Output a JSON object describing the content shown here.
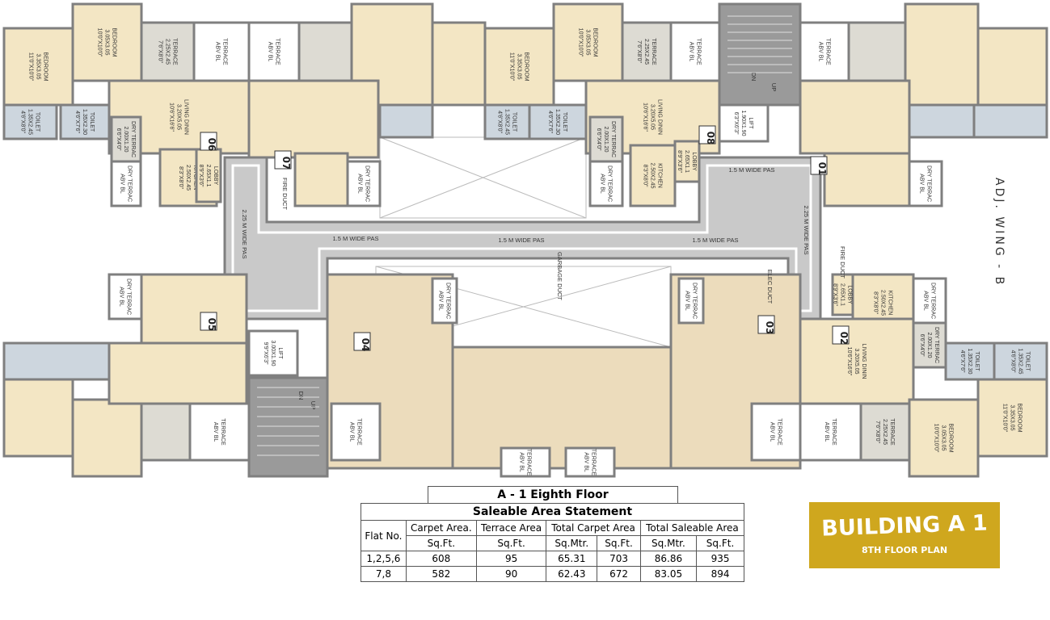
{
  "plan": {
    "adjacent_wing": "ADJ. WING - B",
    "flat_numbers": [
      "06",
      "07",
      "08",
      "01",
      "05",
      "04",
      "03",
      "02"
    ],
    "corridor_labels": [
      "1.5 M WIDE PAS",
      "1.5 M WIDE PAS",
      "1.5 M WIDE PAS",
      "1.5 M WIDE PAS",
      "2.25 M WIDE PAS",
      "2.25 M WIDE PAS"
    ],
    "ducts": [
      "FIRE DUCT",
      "GARBAGE DUCT",
      "ELEC DUCT",
      "FIRE DUCT"
    ],
    "stairs": [
      "DN",
      "UP",
      "DN",
      "UP"
    ],
    "rooms": {
      "bed1": [
        "BEDROOM",
        "3.35X3.05",
        "11'0\"X10'0\""
      ],
      "bed2": [
        "BEDROOM",
        "3.05X3.05",
        "10'0\"X10'0\""
      ],
      "terrace": [
        "TERRACE",
        "2.25X2.45",
        "7'6\"X8'0\""
      ],
      "terrace_abv": [
        "TERRACE",
        "ABV BL"
      ],
      "toilet1": [
        "TOILET",
        "1.35X2.45",
        "4'6\"X8'0\""
      ],
      "toilet2": [
        "TOILET",
        "1.35X2.30",
        "4'6\"X7'6\""
      ],
      "living": [
        "LIVING DININ",
        "3.20X5.05",
        "10'6\"X16'6\""
      ],
      "dry": [
        "DRY TERRAC",
        "2.00X1.20",
        "6'6\"X4'0\""
      ],
      "dry_abv": [
        "DRY TERRAC",
        "ABV BL"
      ],
      "kitchen": [
        "KITCHEN",
        "2.50X2.45",
        "8'3\"X8'0\""
      ],
      "lobby": [
        "LOBBY",
        "2.65X1.1",
        "8'9\"X3'6\""
      ],
      "lift_top": [
        "LIFT",
        "1.90X1.90",
        "6'3\"X6'3\""
      ],
      "lift_bottom": [
        "LIFT",
        "3.00X1.90",
        "9'9\"X6'3\""
      ]
    },
    "colors": {
      "floor": "#f3e6c4",
      "toilet": "#cdd6de",
      "tile": "#dddbd3",
      "wall": "#7f7f7f",
      "corridor": "#c9c9c9",
      "corridor_inner": "#e2e2e2",
      "open_terrace": "#ecdcbc"
    }
  },
  "statement": {
    "floor_title": "A - 1 Eighth Floor",
    "title": "Saleable Area Statement",
    "headers": [
      "Flat No.",
      "Carpet Area.",
      "Terrace Area",
      "Total Carpet Area",
      "Total Saleable Area"
    ],
    "units": [
      "Sq.Ft.",
      "Sq.Ft.",
      "Sq.Mtr.",
      "Sq.Ft.",
      "Sq.Mtr.",
      "Sq.Ft."
    ],
    "rows": [
      [
        "1,2,5,6",
        "608",
        "95",
        "65.31",
        "703",
        "86.86",
        "935"
      ],
      [
        "7,8",
        "582",
        "90",
        "62.43",
        "672",
        "83.05",
        "894"
      ]
    ]
  },
  "badge": {
    "title": "BUILDING A 1",
    "subtitle": "8TH FLOOR PLAN",
    "color": "#cfa71e"
  }
}
